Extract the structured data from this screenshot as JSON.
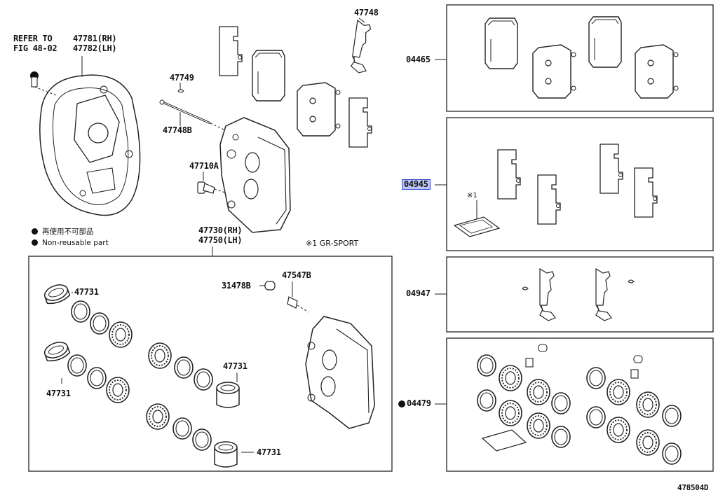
{
  "refer": {
    "line1": "REFER TO",
    "line2": "FIG 48-02"
  },
  "labels": {
    "p47781": "47781(RH)",
    "p47782": "47782(LH)",
    "p47748_top": "47748",
    "p47749": "47749",
    "p47748B": "47748B",
    "p47710A": "47710A",
    "p47730": "47730(RH)",
    "p47750": "47750(LH)",
    "p04465": "04465",
    "p04945": "04945",
    "p04947": "04947",
    "p04479": "04479",
    "p31478B": "31478B",
    "p47547B": "47547B",
    "p47731_a": "47731",
    "p47731_b": "47731",
    "p47731_c": "47731",
    "p47731_d": "47731",
    "star1": "※1"
  },
  "legend": {
    "jp": "再使用不可部品",
    "en": "Non-reusable part"
  },
  "note_gr": "※1 GR-SPORT",
  "figure_id": "478504D"
}
